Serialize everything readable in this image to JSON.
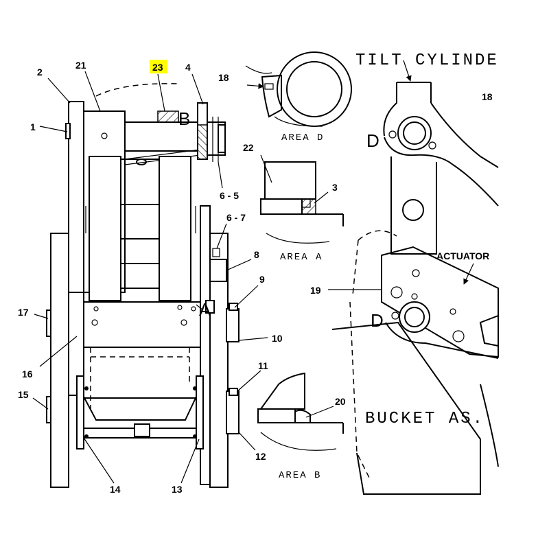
{
  "callouts": {
    "c1": "1",
    "c2": "2",
    "c3": "3",
    "c4": "4",
    "c6_5": "6 - 5",
    "c6_7": "6 - 7",
    "c8": "8",
    "c9": "9",
    "c10": "10",
    "c11": "11",
    "c12": "12",
    "c13": "13",
    "c14": "14",
    "c15": "15",
    "c16": "16",
    "c17": "17",
    "c18a": "18",
    "c18b": "18",
    "c19": "19",
    "c20": "20",
    "c21": "21",
    "c22": "22",
    "c23": "23"
  },
  "highlight_color": "#ffff00",
  "view_letters": {
    "a": "A",
    "b": "B",
    "d1": "D",
    "d2": "D"
  },
  "area_labels": {
    "area_d": "AREA D",
    "area_a": "AREA A",
    "area_b": "AREA B"
  },
  "big_labels": {
    "tilt_cylinder": "TILT CYLINDE",
    "bucket": "BUCKET AS.",
    "actuator": "ACTUATOR"
  }
}
